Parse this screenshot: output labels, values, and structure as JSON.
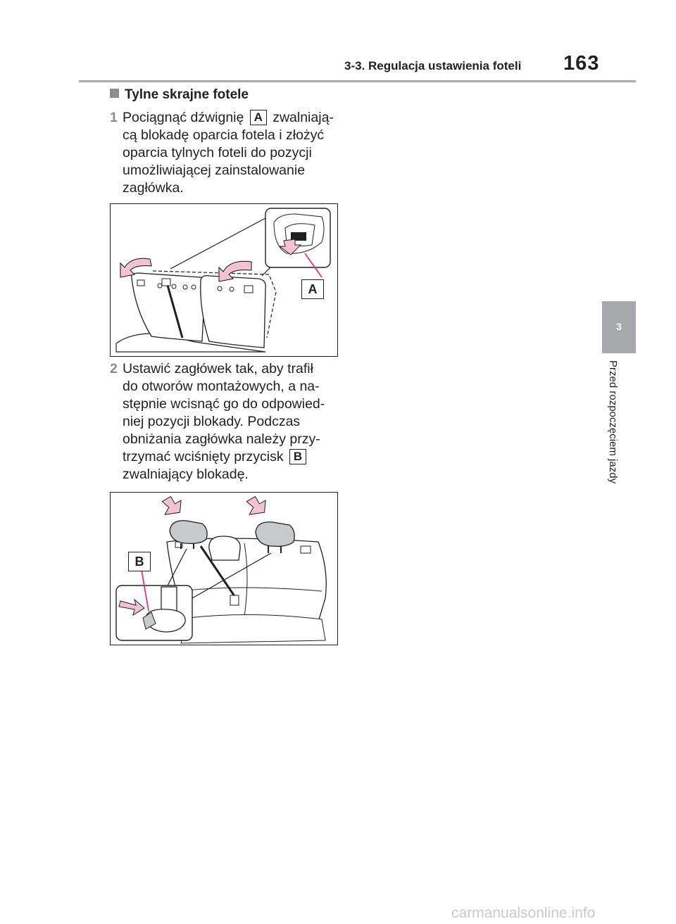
{
  "header": {
    "title": "3-3. Regulacja ustawienia foteli",
    "page_number": "163"
  },
  "side_tab": {
    "number": "3",
    "label": "Przed rozpoczęciem jazdy"
  },
  "section_title": "Tylne skrajne fotele",
  "steps": [
    {
      "number": "1",
      "lines": [
        {
          "before": "Pociągnąć dźwignię",
          "key": "A",
          "after": "zwalniają-"
        },
        {
          "text": "cą blokadę oparcia fotela i złożyć"
        },
        {
          "text": "oparcia tylnych foteli do pozycji"
        },
        {
          "text": "umożliwiającej zainstalowanie"
        },
        {
          "text": "zagłówka."
        }
      ]
    },
    {
      "number": "2",
      "lines": [
        {
          "text": "Ustawić zagłówek tak, aby trafił"
        },
        {
          "text": "do otworów montażowych, a na-"
        },
        {
          "text": "stępnie wcisnąć go do odpowied-"
        },
        {
          "text": "niej pozycji blokady. Podczas"
        },
        {
          "text": "obniżania zagłówka należy przy-"
        },
        {
          "before": "trzymać wciśnięty przycisk",
          "key": "B",
          "after": ""
        },
        {
          "text": "zwalniający blokadę."
        }
      ]
    }
  ],
  "figures": {
    "fig1_callout": "A",
    "fig2_callout": "B"
  },
  "colors": {
    "arrow_fill": "#f3c3d4",
    "pointer_line": "#e0337a",
    "tab_gray": "#a7a9ac",
    "step_number_gray": "#8a8c8f"
  },
  "watermark": "carmanualsonline.info"
}
